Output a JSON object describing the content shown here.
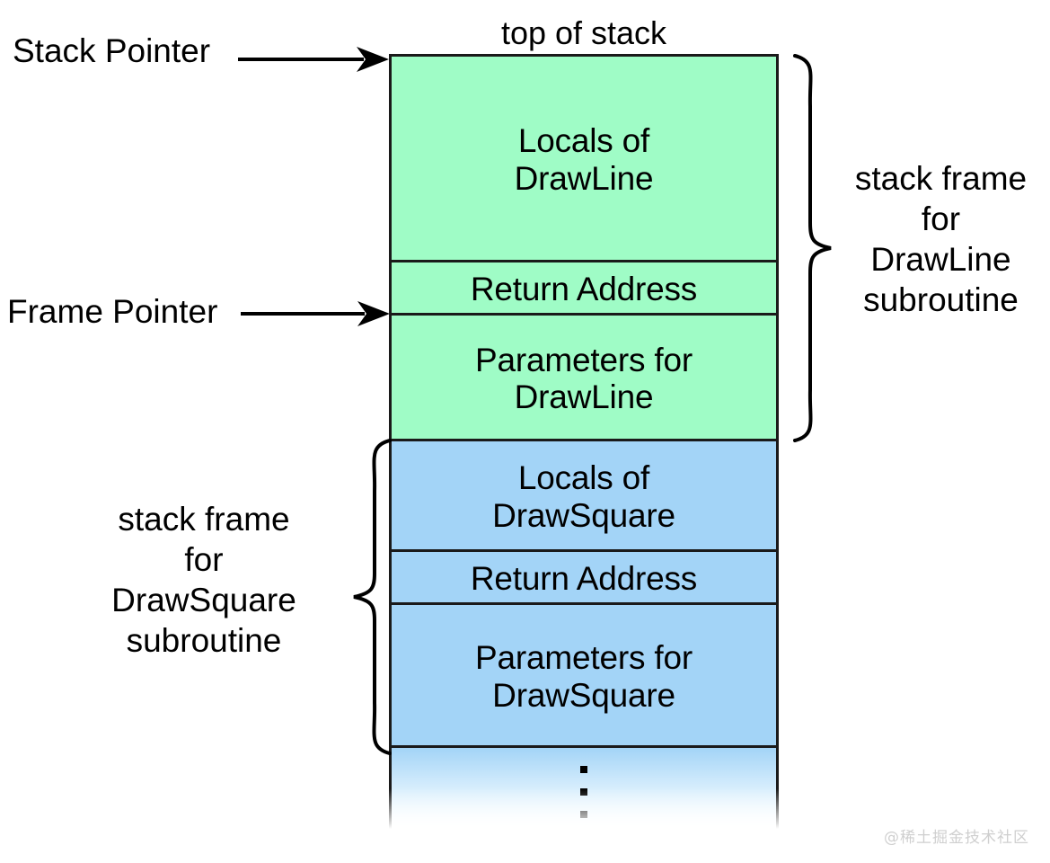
{
  "diagram": {
    "title_top": "top of stack",
    "pointers": [
      {
        "id": "stack-pointer",
        "label": "Stack Pointer",
        "points_to": "top of Locals of DrawLine"
      },
      {
        "id": "frame-pointer",
        "label": "Frame Pointer",
        "points_to": "boundary between Return Address and Parameters for DrawLine"
      }
    ],
    "cells": [
      {
        "id": "locals-drawline",
        "line1": "Locals of",
        "line2": "DrawLine",
        "color": "#9ffcc6",
        "frame": "DrawLine"
      },
      {
        "id": "return-address-line",
        "line1": "Return Address",
        "line2": "",
        "color": "#9ffcc6",
        "frame": "DrawLine"
      },
      {
        "id": "params-drawline",
        "line1": "Parameters for",
        "line2": "DrawLine",
        "color": "#9ffcc6",
        "frame": "DrawLine"
      },
      {
        "id": "locals-drawsquare",
        "line1": "Locals of",
        "line2": "DrawSquare",
        "color": "#a3d4f7",
        "frame": "DrawSquare"
      },
      {
        "id": "return-address-sq",
        "line1": "Return Address",
        "line2": "",
        "color": "#a3d4f7",
        "frame": "DrawSquare"
      },
      {
        "id": "params-drawsquare",
        "line1": "Parameters for",
        "line2": "DrawSquare",
        "color": "#a3d4f7",
        "frame": "DrawSquare"
      }
    ],
    "continuation": {
      "id": "stack-continues",
      "glyph": "vertical-ellipsis"
    },
    "annotations": [
      {
        "id": "frame-note-drawline",
        "text": "stack frame\nfor\nDrawLine\nsubroutine",
        "side": "right"
      },
      {
        "id": "frame-note-drawsquare",
        "text": "stack frame\nfor\nDrawSquare\nsubroutine",
        "side": "left"
      }
    ],
    "colors": {
      "drawline_frame": "#9ffcc6",
      "drawsquare_frame": "#a3d4f7",
      "outline": "#1a1a1a",
      "background": "#ffffff",
      "watermark": "#cfcfcf"
    },
    "watermark": "@稀土掘金技术社区"
  }
}
